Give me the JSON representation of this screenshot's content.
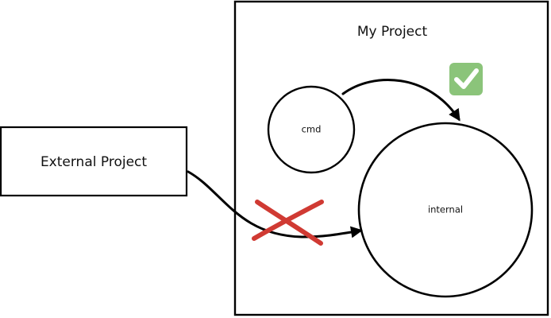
{
  "external_box": {
    "label": "External Project"
  },
  "project_frame": {
    "title": "My Project"
  },
  "nodes": {
    "cmd": "cmd",
    "internal": "internal"
  },
  "markers": {
    "allowed_icon": "check-icon",
    "allowed_color": "#8bc47a",
    "forbidden_icon": "cross-icon",
    "forbidden_color": "#d03a33"
  }
}
